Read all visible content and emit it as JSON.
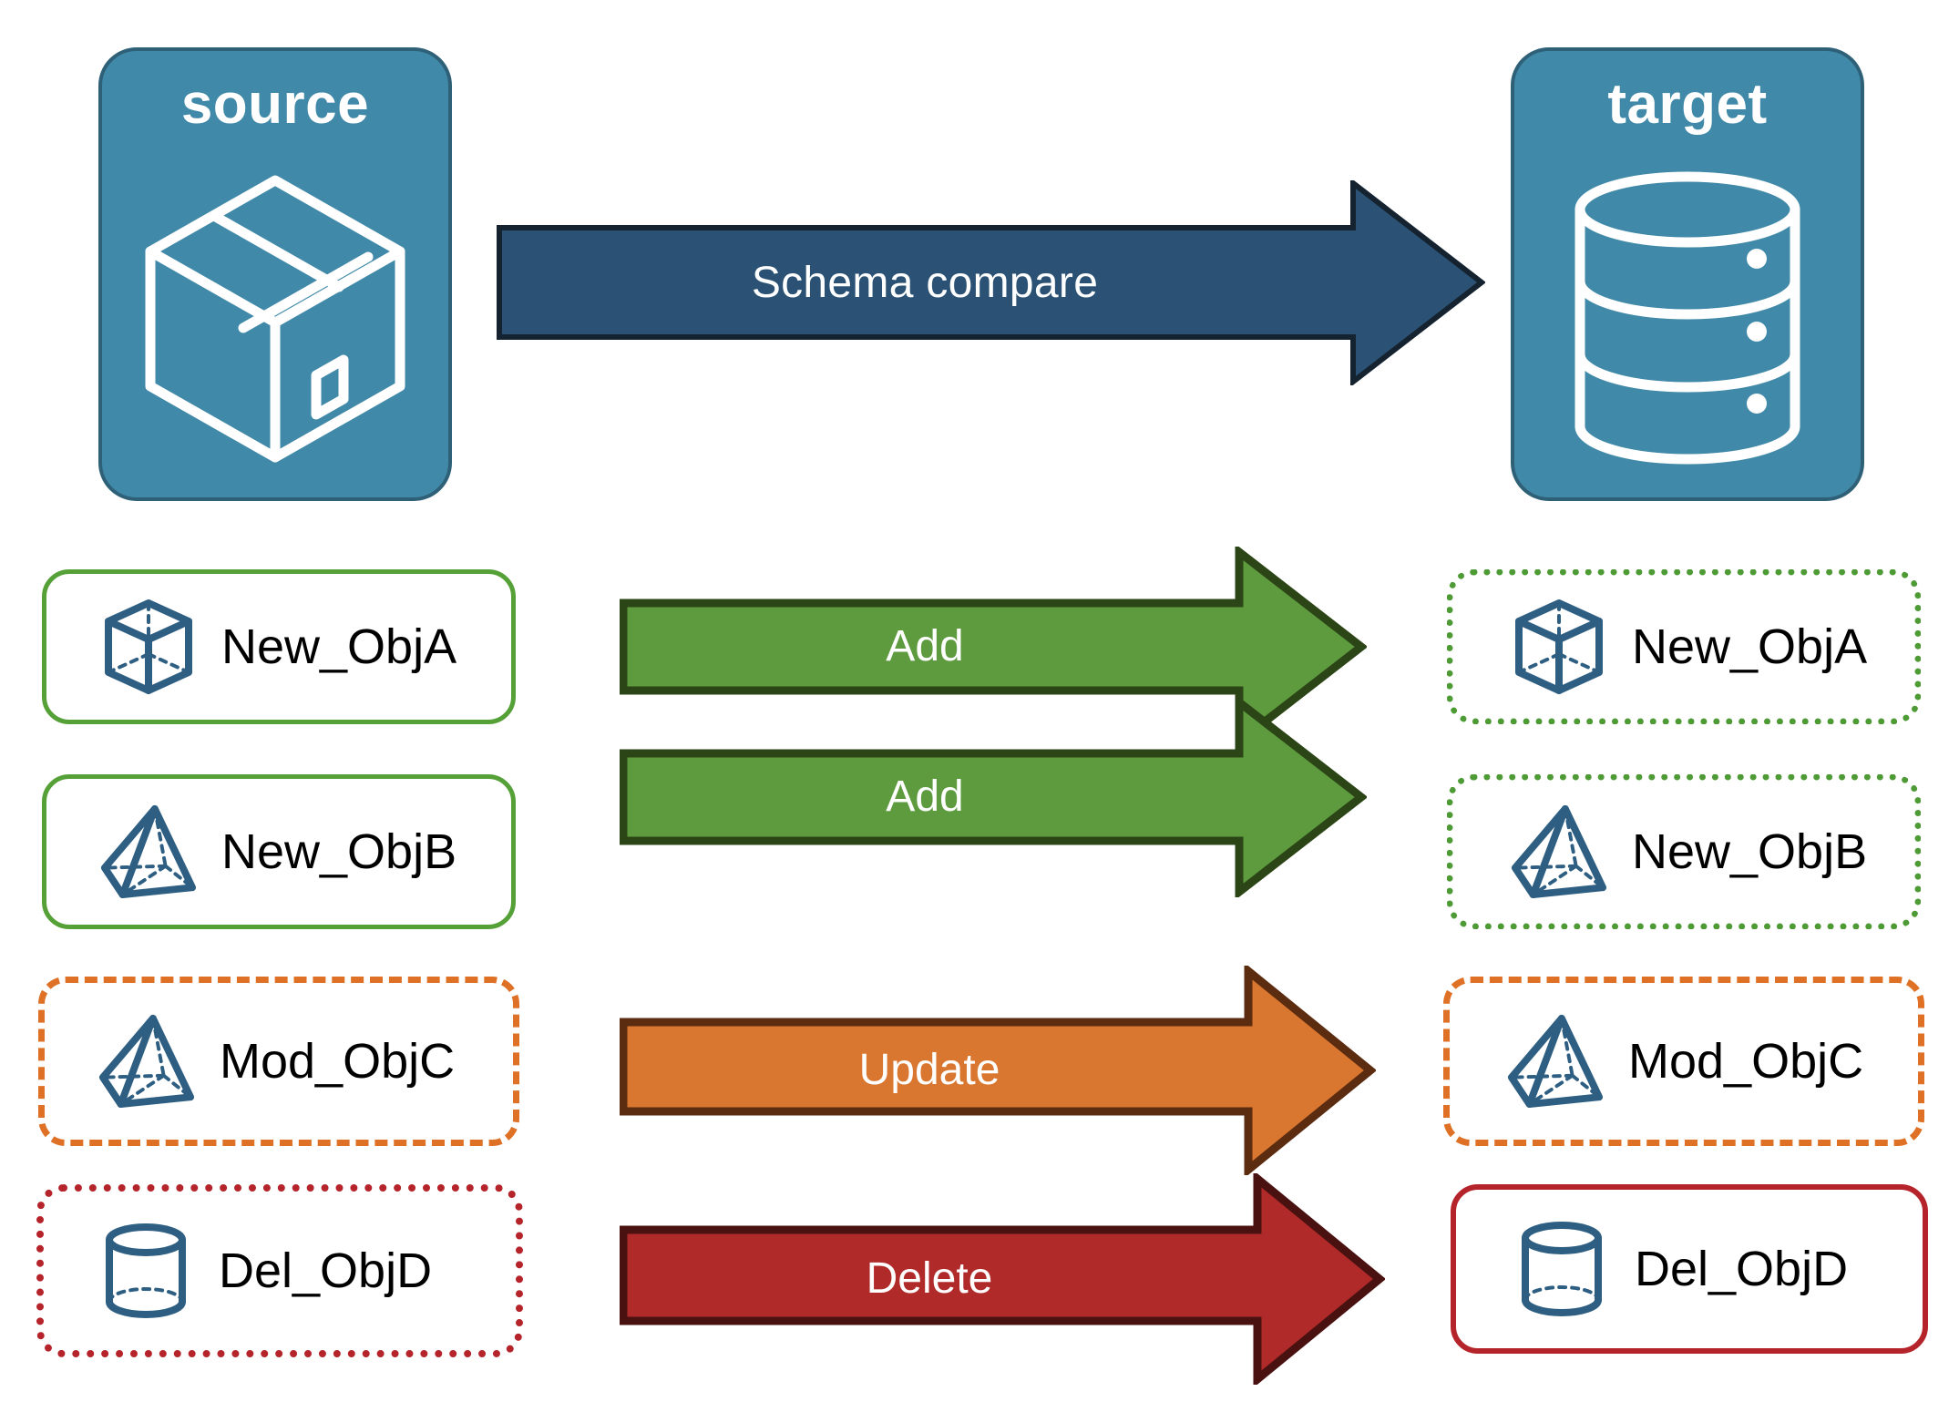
{
  "diagram": {
    "title": "Schema compare",
    "background": "#ffffff"
  },
  "endpoints": [
    {
      "id": "source",
      "label": "source",
      "icon": "package-box-icon",
      "fill": "#4089A8",
      "stroke": "#2E6077"
    },
    {
      "id": "target",
      "label": "target",
      "icon": "database-cylinder-icon",
      "fill": "#4089A8",
      "stroke": "#2E6077"
    }
  ],
  "compare_arrow": {
    "label": "Schema compare",
    "fill": "#2B5274",
    "stroke": "#15222F",
    "text_color": "#ffffff"
  },
  "rows": [
    {
      "action": "Add",
      "action_fill": "#5D9B3E",
      "action_stroke": "#2C4517",
      "source": {
        "label": "New_ObjA",
        "icon": "cube-wireframe-icon",
        "border_style": "solid",
        "border_color": "#56A038"
      },
      "target": {
        "label": "New_ObjA",
        "icon": "cube-wireframe-icon",
        "border_style": "dotted",
        "border_color": "#4E9B36"
      }
    },
    {
      "action": "Add",
      "action_fill": "#5D9B3E",
      "action_stroke": "#2C4517",
      "source": {
        "label": "New_ObjB",
        "icon": "pyramid-wireframe-icon",
        "border_style": "solid",
        "border_color": "#56A038"
      },
      "target": {
        "label": "New_ObjB",
        "icon": "pyramid-wireframe-icon",
        "border_style": "dotted",
        "border_color": "#4E9B36"
      }
    },
    {
      "action": "Update",
      "action_fill": "#D9762F",
      "action_stroke": "#5B2C10",
      "source": {
        "label": "Mod_ObjC",
        "icon": "pyramid-wireframe-icon",
        "border_style": "dashed",
        "border_color": "#DE7126"
      },
      "target": {
        "label": "Mod_ObjC",
        "icon": "pyramid-wireframe-icon",
        "border_style": "dashed",
        "border_color": "#DE7126"
      }
    },
    {
      "action": "Delete",
      "action_fill": "#B12A2A",
      "action_stroke": "#4A1111",
      "source": {
        "label": "Del_ObjD",
        "icon": "cylinder-wireframe-icon",
        "border_style": "dotted",
        "border_color": "#B5242A"
      },
      "target": {
        "label": "Del_ObjD",
        "icon": "cylinder-wireframe-icon",
        "border_style": "solid",
        "border_color": "#B5242A"
      }
    }
  ],
  "palette": {
    "endpoint_fill": "#4089A8",
    "endpoint_stroke": "#2E6077",
    "icon_blue": "#2E5F82",
    "add_green": "#5D9B3E",
    "update_orange": "#D9762F",
    "delete_red": "#B12A2A",
    "compare_blue": "#2B5274"
  }
}
